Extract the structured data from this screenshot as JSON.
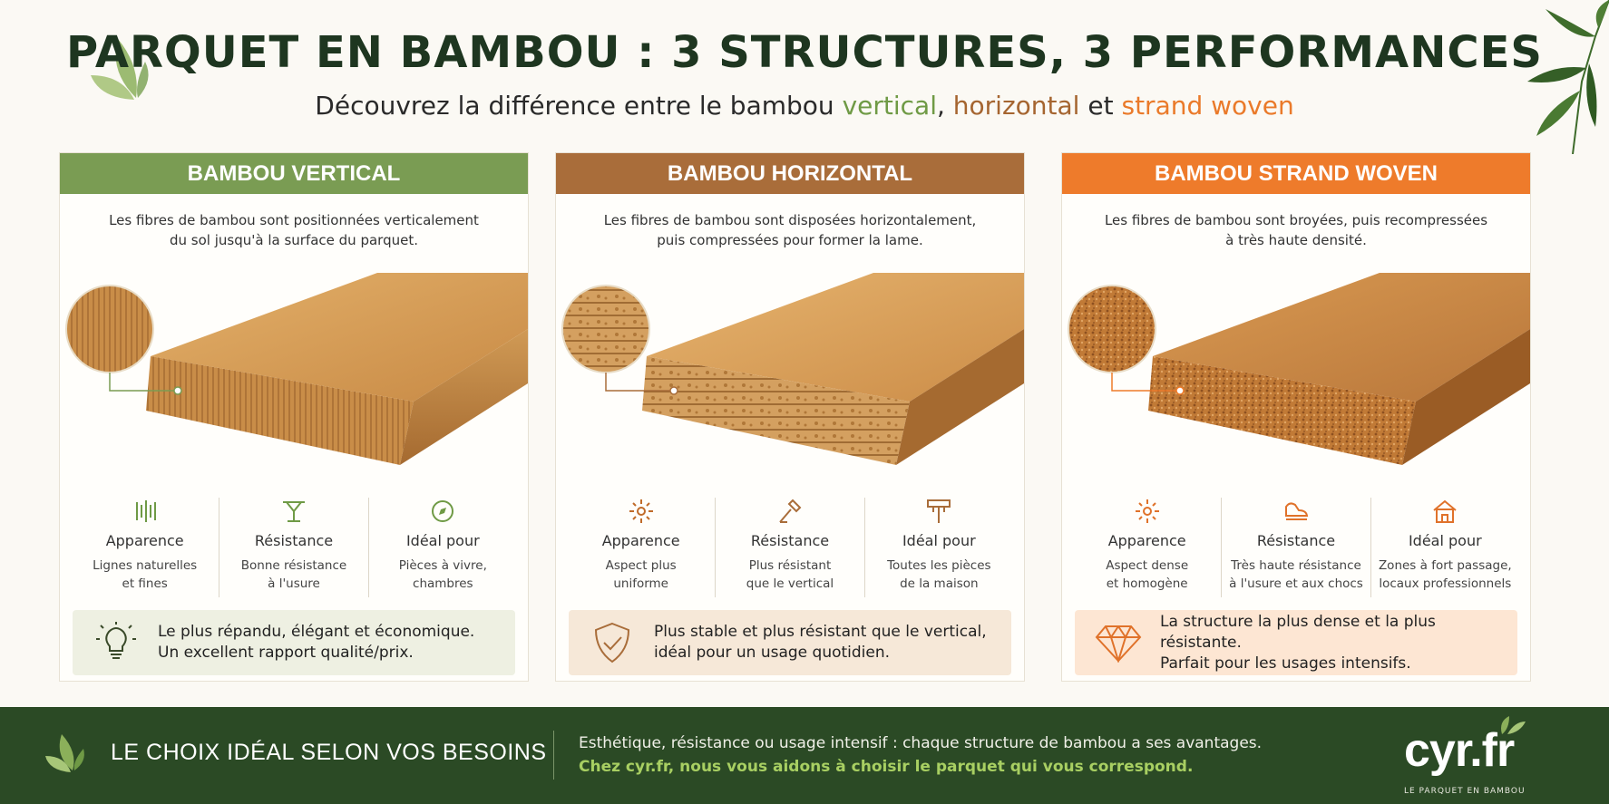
{
  "header": {
    "title": "PARQUET EN BAMBOU : 3 STRUCTURES, 3 PERFORMANCES",
    "subtitle_prefix": "Découvrez la différence entre le bambou ",
    "subtitle_vertical": "vertical",
    "subtitle_comma": ", ",
    "subtitle_horizontal": "horizontal",
    "subtitle_and": " et ",
    "subtitle_strand": "strand woven"
  },
  "colors": {
    "green": "#7a9c53",
    "brown": "#a96d3a",
    "orange": "#ee7b2b",
    "footer": "#2b4a25"
  },
  "cards": [
    {
      "title": "BAMBOU VERTICAL",
      "desc_line1": "Les fibres de bambou sont positionnées verticalement",
      "desc_line2": "du sol jusqu'à la surface du parquet.",
      "features": [
        {
          "icon": "vertical-lines-icon",
          "title": "Apparence",
          "line1": "Lignes naturelles",
          "line2": "et fines"
        },
        {
          "icon": "resistance-icon",
          "title": "Résistance",
          "line1": "Bonne résistance",
          "line2": "à l'usure"
        },
        {
          "icon": "compass-icon",
          "title": "Idéal pour",
          "line1": "Pièces à vivre,",
          "line2": "chambres"
        }
      ],
      "highlight_icon": "lightbulb-icon",
      "highlight_line1": "Le plus répandu, élégant et économique.",
      "highlight_line2": "Un excellent rapport qualité/prix."
    },
    {
      "title": "BAMBOU HORIZONTAL",
      "desc_line1": "Les fibres de bambou sont disposées horizontalement,",
      "desc_line2": "puis compressées pour former la lame.",
      "features": [
        {
          "icon": "sun-icon",
          "title": "Apparence",
          "line1": "Aspect plus",
          "line2": "uniforme"
        },
        {
          "icon": "hammer-icon",
          "title": "Résistance",
          "line1": "Plus résistant",
          "line2": "que le vertical"
        },
        {
          "icon": "roller-icon",
          "title": "Idéal pour",
          "line1": "Toutes les pièces",
          "line2": "de la maison"
        }
      ],
      "highlight_icon": "shield-check-icon",
      "highlight_line1": "Plus stable et plus résistant que le vertical,",
      "highlight_line2": "idéal pour un usage quotidien."
    },
    {
      "title": "BAMBOU STRAND WOVEN",
      "desc_line1": "Les fibres de bambou sont broyées, puis recompressées",
      "desc_line2": "à très haute densité.",
      "features": [
        {
          "icon": "sun-icon",
          "title": "Apparence",
          "line1": "Aspect dense",
          "line2": "et homogène"
        },
        {
          "icon": "shoe-icon",
          "title": "Résistance",
          "line1": "Très haute résistance",
          "line2": "à l'usure et aux chocs"
        },
        {
          "icon": "building-icon",
          "title": "Idéal pour",
          "line1": "Zones à fort passage,",
          "line2": "locaux professionnels"
        }
      ],
      "highlight_icon": "diamond-icon",
      "highlight_line1": "La structure la plus dense et la plus résistante.",
      "highlight_line2": "Parfait pour les usages intensifs."
    }
  ],
  "footer": {
    "title": "LE CHOIX IDÉAL SELON VOS BESOINS",
    "text1": "Esthétique, résistance ou usage intensif : chaque structure de bambou a ses avantages.",
    "text2": "Chez cyr.fr, nous vous aidons à choisir le parquet qui vous correspond.",
    "logo": "cyr.fr",
    "tagline": "LE PARQUET EN BAMBOU"
  }
}
